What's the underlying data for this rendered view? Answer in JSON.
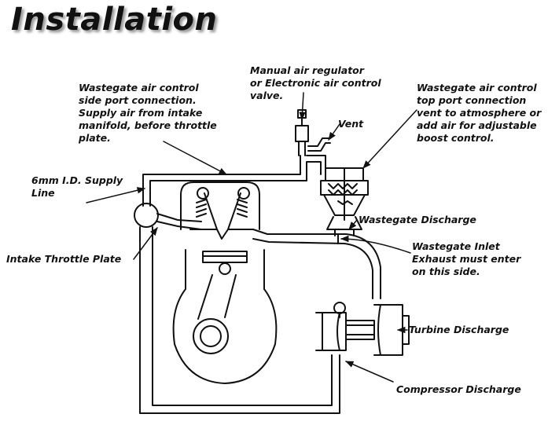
{
  "title": "Installation",
  "labels": {
    "manual_regulator": "Manual air regulator\nor Electronic air control\nvalve.",
    "side_port": "Wastegate air control\nside port connection.\nSupply air from intake\nmanifold, before throttle\nplate.",
    "top_port": "Wastegate air control\ntop port connection\nvent to atmosphere or\nadd air for adjustable\nboost control.",
    "vent": "Vent",
    "supply_line": "6mm I.D. Supply\nLine",
    "wastegate_discharge": "Wastegate Discharge",
    "intake_throttle": "Intake Throttle Plate",
    "wastegate_inlet": "Wastegate Inlet\nExhaust must enter\non this side.",
    "turbine_discharge": "Turbine Discharge",
    "compressor_discharge": "Compressor Discharge"
  },
  "colors": {
    "ink": "#111111",
    "shadow": "#9a9a9a",
    "background": "#ffffff"
  }
}
